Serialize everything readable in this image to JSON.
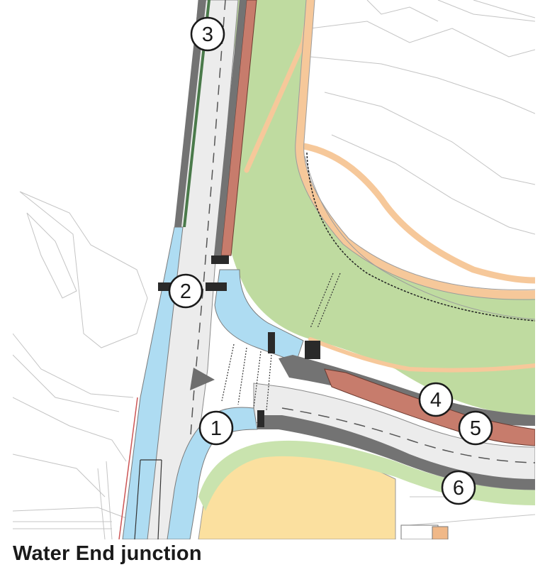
{
  "caption": "Water End junction",
  "markers": [
    {
      "id": "1",
      "label": "1"
    },
    {
      "id": "2",
      "label": "2"
    },
    {
      "id": "3",
      "label": "3"
    },
    {
      "id": "4",
      "label": "4"
    },
    {
      "id": "5",
      "label": "5"
    },
    {
      "id": "6",
      "label": "6"
    }
  ],
  "colors": {
    "carriageway": "#ececec",
    "footway": "#737373",
    "cycle_track": "#b8a3e0",
    "cycle_track_red": "#c77c6c",
    "verge": "#bfdba0",
    "shared_path": "#aedcf2",
    "boundary_path": "#f6c89a",
    "development_plot": "#fbe09f",
    "linework": "#b5b5b5"
  }
}
